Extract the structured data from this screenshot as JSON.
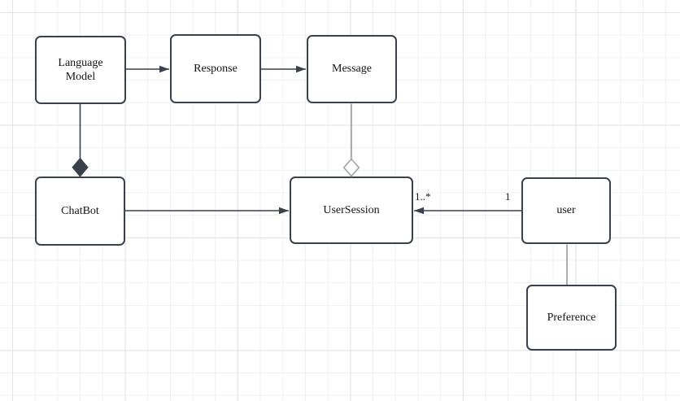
{
  "diagram": {
    "type": "uml-class-diagram-canvas",
    "nodes": [
      {
        "id": "language-model",
        "label": "Language Model"
      },
      {
        "id": "response",
        "label": "Response"
      },
      {
        "id": "message",
        "label": "Message"
      },
      {
        "id": "chatbot",
        "label": "ChatBot"
      },
      {
        "id": "usersession",
        "label": "UserSession"
      },
      {
        "id": "user",
        "label": "user"
      },
      {
        "id": "preference",
        "label": "Preference"
      }
    ],
    "edges": [
      {
        "from": "Language Model",
        "to": "Response",
        "type": "directed-arrow"
      },
      {
        "from": "Response",
        "to": "Message",
        "type": "directed-arrow"
      },
      {
        "from": "Language Model",
        "to": "ChatBot",
        "type": "composition-filled-diamond"
      },
      {
        "from": "Message",
        "to": "UserSession",
        "type": "aggregation-hollow-diamond"
      },
      {
        "from": "ChatBot",
        "to": "UserSession",
        "type": "directed-arrow"
      },
      {
        "from": "user",
        "to": "UserSession",
        "type": "directed-arrow",
        "source_label": "1",
        "target_label": "1..*"
      },
      {
        "from": "user",
        "to": "Preference",
        "type": "plain-line"
      }
    ],
    "colors": {
      "stroke_dark": "#3a414c",
      "stroke_gray": "#a3a7ab",
      "node_fill": "#ffffff",
      "text": "#141414",
      "grid_minor": "#f0f0f0",
      "grid_major": "#e2e3e4",
      "background": "#ffffff"
    }
  }
}
